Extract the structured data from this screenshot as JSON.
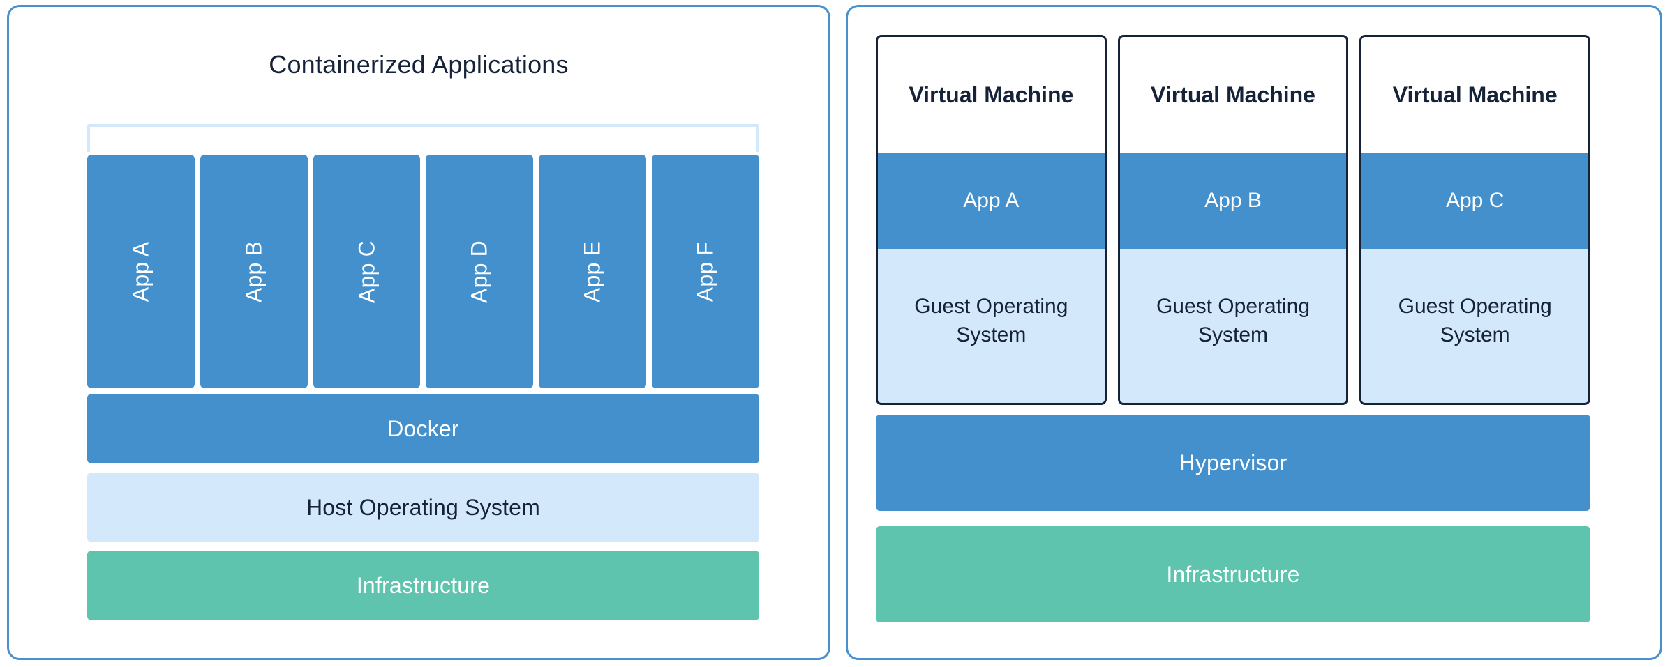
{
  "left_panel": {
    "title": "Containerized Applications",
    "app_columns": [
      {
        "label": "App A"
      },
      {
        "label": "App B"
      },
      {
        "label": "App C"
      },
      {
        "label": "App D"
      },
      {
        "label": "App E"
      },
      {
        "label": "App F"
      }
    ],
    "layers": [
      {
        "label": "Docker",
        "color": "#4390cc"
      },
      {
        "label": "Host Operating System",
        "color": "#d3e8fa"
      },
      {
        "label": "Infrastructure",
        "color": "#5fc4ae"
      }
    ]
  },
  "right_panel": {
    "vms": [
      {
        "title": "Virtual Machine",
        "app": "App A",
        "guest_os": "Guest Operating System"
      },
      {
        "title": "Virtual Machine",
        "app": "App B",
        "guest_os": "Guest Operating System"
      },
      {
        "title": "Virtual Machine",
        "app": "App C",
        "guest_os": "Guest Operating System"
      }
    ],
    "layers": [
      {
        "label": "Hypervisor",
        "color": "#4390cc"
      },
      {
        "label": "Infrastructure",
        "color": "#5fc4ae"
      }
    ]
  },
  "colors": {
    "panel_border": "#4a90cc",
    "accent_blue": "#4390cc",
    "light_blue": "#d3e8fa",
    "bracket_blue": "#d3e8fb",
    "green": "#5fc4ae",
    "text_dark": "#152238",
    "text_light": "#ffffff",
    "vm_border": "#152238",
    "background": "#ffffff"
  }
}
